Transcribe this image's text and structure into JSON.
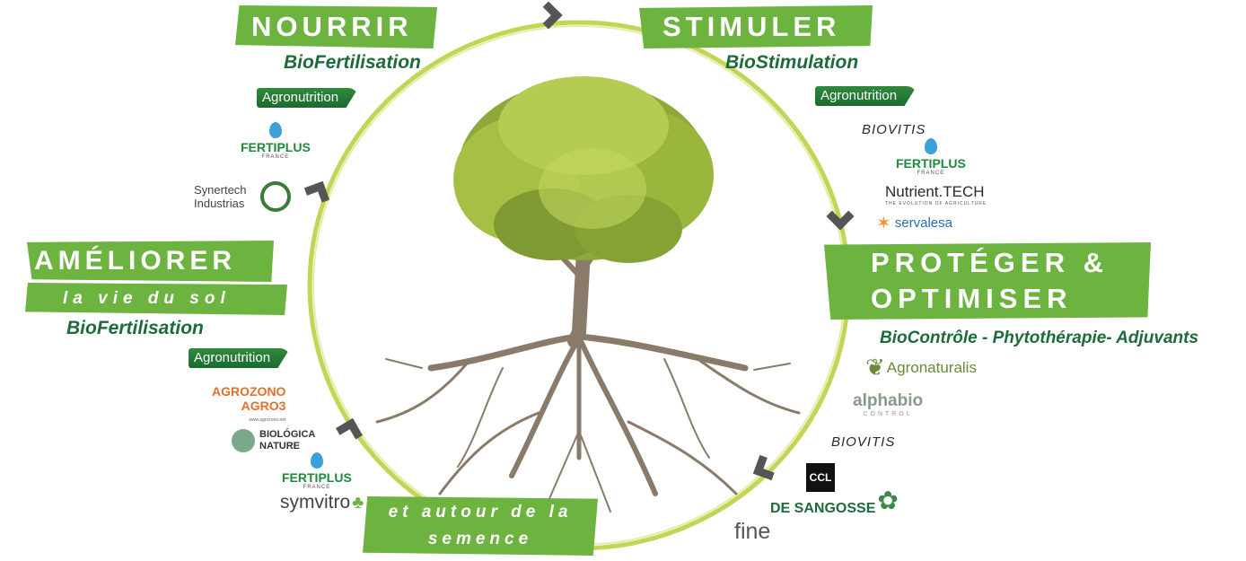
{
  "stages": {
    "nourrir": {
      "title": "NOURRIR",
      "subtitle": "BioFertilisation"
    },
    "stimuler": {
      "title": "STIMULER",
      "subtitle": "BioStimulation"
    },
    "ameliorer": {
      "title": "AMÉLIORER",
      "tagline": "la vie du sol",
      "subtitle": "BioFertilisation"
    },
    "proteger": {
      "title": "PROTÉGER & OPTIMISER",
      "subtitle": "BioContrôle - Phytothérapie- Adjuvants"
    },
    "semence": {
      "title": "et autour de la semence"
    }
  },
  "logos": {
    "nourrir": {
      "agronutrition": "Agronutrition",
      "fertiplus": "FERTIPLUS",
      "fertiplus_sub": "FRANCE",
      "synertech": "Synertech Industrias"
    },
    "stimuler": {
      "agronutrition": "Agronutrition",
      "biovitis": "BIOVITIS",
      "fertiplus": "FERTIPLUS",
      "fertiplus_sub": "FRANCE",
      "nutrienttech": "Nutrient.TECH",
      "nutrienttech_tag": "THE EVOLUTION OF AGRICULTURE",
      "servalesa": "servalesa"
    },
    "ameliorer": {
      "agronutrition": "Agronutrition",
      "agrozono": "AGROZONO",
      "agro3": "AGRO3",
      "agrozono_url": "www.agrozono.net",
      "biologica": "BIOLÓGICA NATURE",
      "fertiplus": "FERTIPLUS",
      "fertiplus_sub": "FRANCE",
      "symvitro": "symvitro"
    },
    "proteger": {
      "agronaturalis": "Agronaturalis",
      "alphabio": "alphabio",
      "alphabio_sub": "CONTROL",
      "biovitis": "BIOVITIS",
      "ccl": "CCL",
      "desangosse": "DE SANGOSSE",
      "fine": "fine"
    }
  },
  "colors": {
    "banner": "#6cb33f",
    "subtitle": "#1d6b3a",
    "circle": "#b9cc3a",
    "arrow": "#555555"
  }
}
